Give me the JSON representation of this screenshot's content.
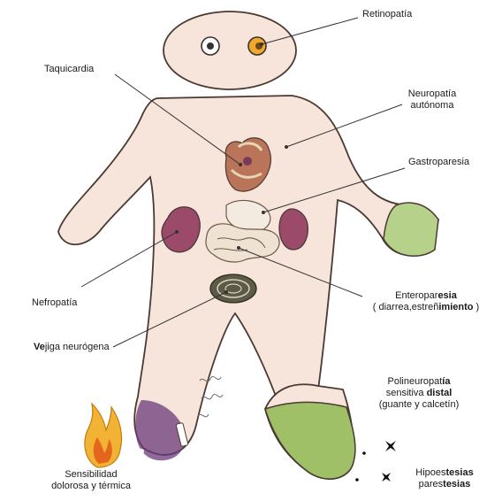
{
  "labels": {
    "retinopatia": "Retinopatía",
    "taquicardia": "Taquicardia",
    "neuropatia_1": "Neuropatía",
    "neuropatia_2": "autónoma",
    "gastroparesia": "Gastroparesia",
    "nefropatia": "Nefropatía",
    "enteroparesia_a": "Enteropar",
    "enteroparesia_b": "esia",
    "enteroparesia_sub_a": "( diarrea,estreñ",
    "enteroparesia_sub_b": "imiento",
    "enteroparesia_sub_c": " )",
    "vejiga_a": "Ve",
    "vejiga_b": "jiga neurógena",
    "poli_1a": "Polineuropat",
    "poli_1b": "ía",
    "poli_2a": "sensitiva ",
    "poli_2b": "distal",
    "poli_3": "(guante y calcetín)",
    "sensibilidad_1": "Sensibilidad",
    "sensibilidad_2": "dolorosa y térmica",
    "hipo_a": "Hipoes",
    "hipo_b": "tesias",
    "pares_a": "pares",
    "pares_b": "tesias"
  },
  "colors": {
    "skin": "#f7e4da",
    "outline": "#4a3a32",
    "glove": "#b6d18a",
    "foot": "#9fc067",
    "kidney": "#9b4a6a",
    "bruise": "#6a3a7a",
    "flame": "#f2b233",
    "bladder": "#5e5a48"
  }
}
